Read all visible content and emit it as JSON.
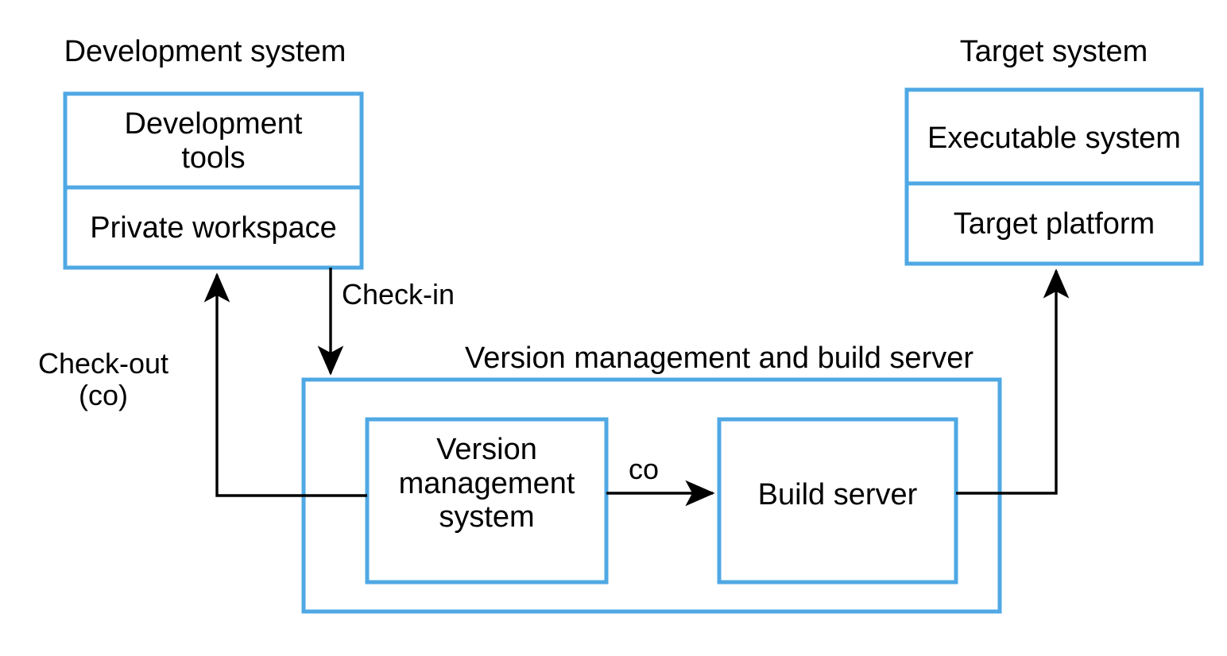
{
  "diagram": {
    "title": "Version management and build server",
    "accent_color": "#4FA8E4",
    "line_color": "#000000",
    "background_color": "#FFFFFF",
    "groups": {
      "development_system": {
        "caption": "Development system",
        "boxes": [
          {
            "label": "Development\ntools"
          },
          {
            "label": "Private workspace"
          }
        ]
      },
      "target_system": {
        "caption": "Target system",
        "boxes": [
          {
            "label": "Executable system"
          },
          {
            "label": "Target platform"
          }
        ]
      },
      "version_build_server": {
        "caption": "Version management and build server",
        "boxes": [
          {
            "label": "Version\nmanagement\nsystem"
          },
          {
            "label": "Build server"
          }
        ]
      }
    },
    "connections": [
      {
        "name": "check-in",
        "label": "Check-in",
        "from": "Private workspace",
        "to": "Version management and build server"
      },
      {
        "name": "check-out",
        "label": "Check-out\n(co)",
        "from": "Version management system",
        "to": "Private workspace"
      },
      {
        "name": "co",
        "label": "co",
        "from": "Version management system",
        "to": "Build server"
      },
      {
        "name": "deploy",
        "label": "",
        "from": "Build server",
        "to": "Target platform"
      }
    ]
  }
}
